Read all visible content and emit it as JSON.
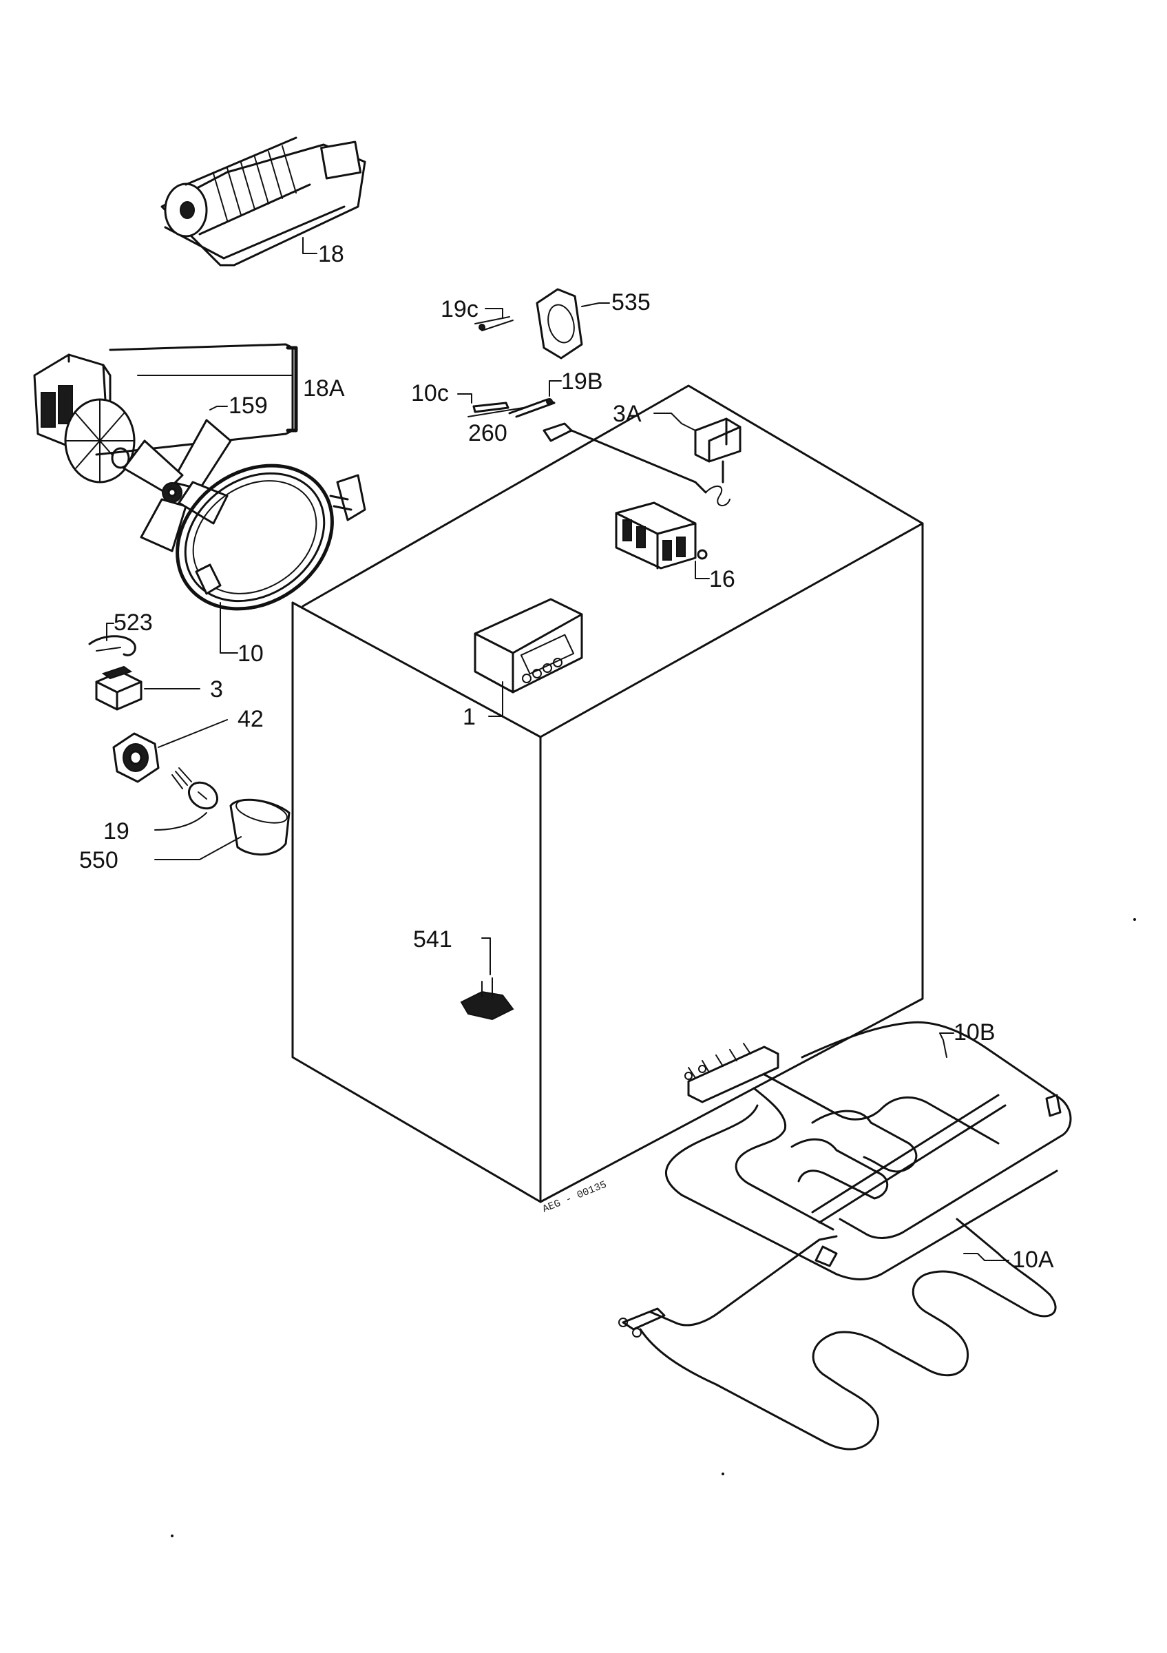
{
  "labels": {
    "p18": "18",
    "p535": "535",
    "p19c": "19c",
    "p18a": "18A",
    "p10c": "10c",
    "p19b": "19B",
    "p159": "159",
    "p3a": "3A",
    "p260": "260",
    "p16": "16",
    "p10": "10",
    "p523": "523",
    "p3": "3",
    "p42": "42",
    "p1": "1",
    "p19": "19",
    "p550": "550",
    "p541": "541",
    "p10b": "10B",
    "p10a": "10A"
  },
  "stamp": "AEG - 00135",
  "colors": {
    "ink": "#111111",
    "paper": "#ffffff"
  }
}
